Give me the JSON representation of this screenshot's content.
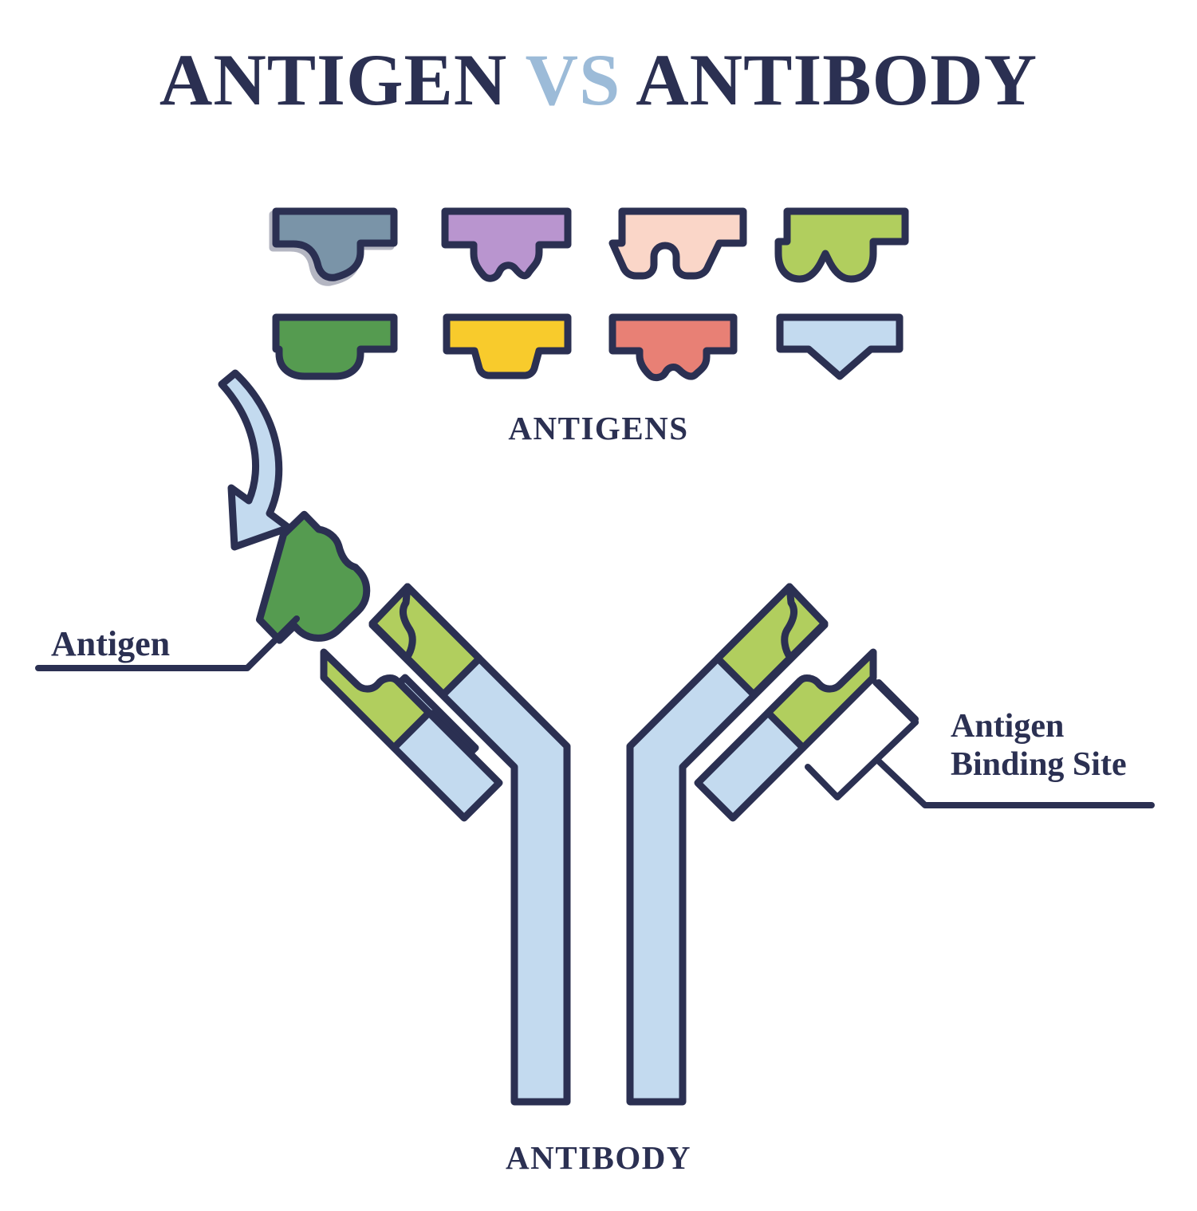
{
  "title": {
    "part1": "ANTIGEN",
    "part2": "VS",
    "part3": "ANTIBODY"
  },
  "captions": {
    "antigens": "ANTIGENS",
    "antibody": "ANTIBODY"
  },
  "callouts": {
    "antigen": "Antigen",
    "binding_site_line1": "Antigen",
    "binding_site_line2": "Binding Site"
  },
  "colors": {
    "outline": "#2b3052",
    "title_dark": "#2b3052",
    "title_accent": "#9cbbd8",
    "background": "#ffffff",
    "antibody_constant": "#c3daef",
    "antibody_variable": "#b1ce5e",
    "bound_antigen": "#559b50",
    "arrow": "#c3daef"
  },
  "antigens": [
    {
      "name": "antigen-steel-blue",
      "color": "#7a94a8",
      "bottom": "curved-dip"
    },
    {
      "name": "antigen-purple",
      "color": "#b995cf",
      "bottom": "wavy-shoulders"
    },
    {
      "name": "antigen-peach",
      "color": "#fad6c8",
      "bottom": "narrow-u-notch"
    },
    {
      "name": "antigen-light-green",
      "color": "#b1ce5e",
      "bottom": "v-notch-round"
    },
    {
      "name": "antigen-dark-green",
      "color": "#559b50",
      "bottom": "rounded-u"
    },
    {
      "name": "antigen-yellow",
      "color": "#f8cb2c",
      "bottom": "tapered-trapezoid"
    },
    {
      "name": "antigen-salmon",
      "color": "#e88075",
      "bottom": "double-wave"
    },
    {
      "name": "antigen-pale-blue",
      "color": "#c3daef",
      "bottom": "triangle-point"
    }
  ]
}
